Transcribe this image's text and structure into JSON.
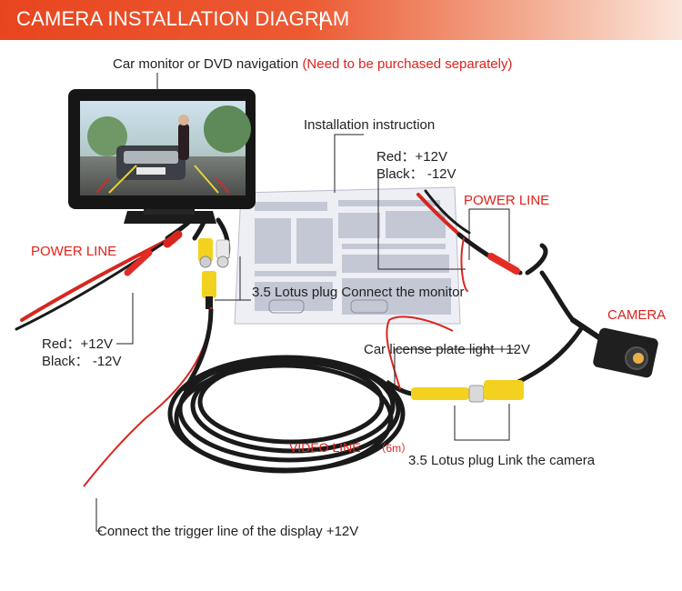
{
  "header": {
    "title": "CAMERA INSTALLATION DIAGRAM"
  },
  "labels": {
    "monitor": "Car monitor or DVD navigation",
    "monitor_note": "(Need to be purchased separately)",
    "instruction": "Installation instruction",
    "power_line": "POWER LINE",
    "red_12v": "Red：+12V",
    "black_12v": "Black： -12V",
    "red_12v_left": "Red：+12V",
    "black_12v_left": "Black： -12V",
    "lotus_monitor": "3.5 Lotus plug  Connect the monitor",
    "camera": "CAMERA",
    "plate_light": "Car license plate light +12V",
    "video_line": "VIDEO  LINE",
    "video_length": "（6m）",
    "lotus_camera": "3.5 Lotus plug  Link the camera",
    "trigger": "Connect the trigger line of the display +12V"
  },
  "colors": {
    "accent": "#e8451f",
    "label_red": "#e0211b",
    "cable_black": "#1a1a1a",
    "wire_red": "#d8261f",
    "plug_yellow": "#f2d21f"
  }
}
